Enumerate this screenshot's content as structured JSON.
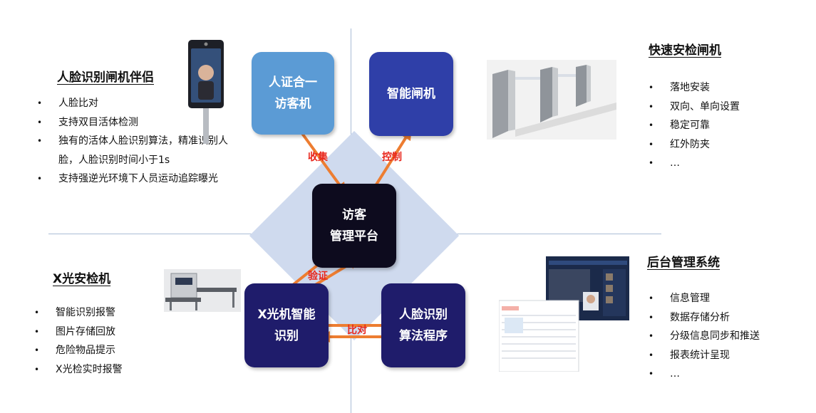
{
  "center": {
    "id_visitor_box": [
      "人证合一",
      "访客机"
    ],
    "smart_gate_box": [
      "智能闸机"
    ],
    "platform_box": [
      "访客",
      "管理平台"
    ],
    "xray_box": [
      "X光机智能",
      "识别"
    ],
    "face_algo_box": [
      "人脸识别",
      "算法程序"
    ]
  },
  "arrow_labels": {
    "collect": "收集",
    "control": "控制",
    "verify": "验证",
    "compare": "比对"
  },
  "sections": {
    "face_gate": {
      "title": "人脸识别闸机伴侣",
      "items": [
        "人脸比对",
        "支持双目活体检测",
        "独有的活体人脸识别算法，精准识别人脸，人脸识别时间小于1s",
        "支持强逆光环境下人员运动追踪曝光"
      ]
    },
    "fast_gate": {
      "title": "快速安检闸机",
      "items": [
        "落地安装",
        "双向、单向设置",
        "稳定可靠",
        "红外防夹",
        "…"
      ]
    },
    "xray": {
      "title": "X光安检机",
      "items": [
        "智能识别报警",
        "图片存储回放",
        "危险物品提示",
        "X光检实时报警"
      ]
    },
    "backend": {
      "title": "后台管理系统",
      "items": [
        "信息管理",
        "数据存储分析",
        "分级信息同步和推送",
        "报表统计呈现",
        "…"
      ]
    }
  },
  "images": {
    "face_terminal": "face-recognition-terminal-icon",
    "turnstile": "turnstile-gate-icon",
    "xray_machine": "xray-scanner-icon",
    "dashboard": "management-dashboard-icon"
  },
  "colors": {
    "arrow": "#ed7d31",
    "label_red": "#e8251b",
    "id_box": "#5b9bd5",
    "gate_box": "#2f3fa8",
    "platform_box": "#0d0b1e",
    "algo_box": "#1f1c6b",
    "diamond": "#cfdaee"
  }
}
